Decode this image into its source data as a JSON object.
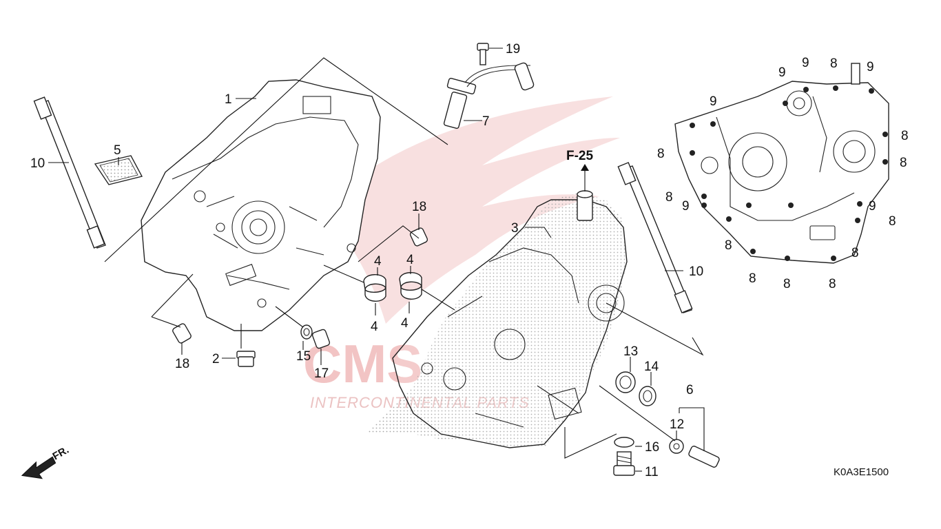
{
  "diagram": {
    "code": "K0A3E1500",
    "reference": "F-25",
    "direction_label": "FR.",
    "watermark": {
      "brand": "CMS",
      "tagline": "INTERCONTINENTAL PARTS"
    },
    "callouts": [
      {
        "id": "c1",
        "text": "1"
      },
      {
        "id": "c2",
        "text": "2"
      },
      {
        "id": "c3",
        "text": "3"
      },
      {
        "id": "c4a",
        "text": "4"
      },
      {
        "id": "c4b",
        "text": "4"
      },
      {
        "id": "c4c",
        "text": "4"
      },
      {
        "id": "c4d",
        "text": "4"
      },
      {
        "id": "c5",
        "text": "5"
      },
      {
        "id": "c6",
        "text": "6"
      },
      {
        "id": "c7",
        "text": "7"
      },
      {
        "id": "c10a",
        "text": "10"
      },
      {
        "id": "c10b",
        "text": "10"
      },
      {
        "id": "c11",
        "text": "11"
      },
      {
        "id": "c12",
        "text": "12"
      },
      {
        "id": "c13",
        "text": "13"
      },
      {
        "id": "c14",
        "text": "14"
      },
      {
        "id": "c15",
        "text": "15"
      },
      {
        "id": "c16",
        "text": "16"
      },
      {
        "id": "c17",
        "text": "17"
      },
      {
        "id": "c18a",
        "text": "18"
      },
      {
        "id": "c18b",
        "text": "18"
      },
      {
        "id": "c19",
        "text": "19"
      }
    ],
    "bolt_labels": {
      "eight": "8",
      "nine": "9"
    }
  }
}
